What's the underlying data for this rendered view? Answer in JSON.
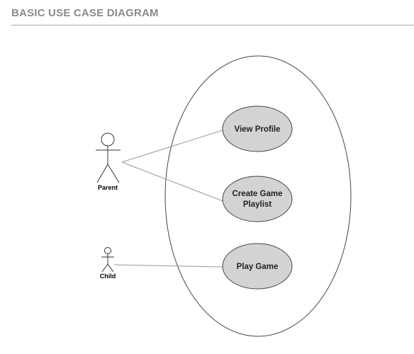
{
  "header": {
    "title": "BASIC USE CASE DIAGRAM"
  },
  "diagram": {
    "actors": [
      {
        "label": "Parent"
      },
      {
        "label": "Child"
      }
    ],
    "use_cases": [
      {
        "label_lines": [
          "View Profile"
        ]
      },
      {
        "label_lines": [
          "Create Game",
          "Playlist"
        ]
      },
      {
        "label_lines": [
          "Play Game"
        ]
      }
    ],
    "associations": [
      {
        "from": "Parent",
        "to": "View Profile"
      },
      {
        "from": "Parent",
        "to": "Create Game Playlist"
      },
      {
        "from": "Child",
        "to": "Play Game"
      }
    ],
    "colors": {
      "use_case_fill": "#d3d3d3",
      "line": "#444444",
      "association_line": "#999999",
      "title": "#8a8a8a"
    }
  }
}
